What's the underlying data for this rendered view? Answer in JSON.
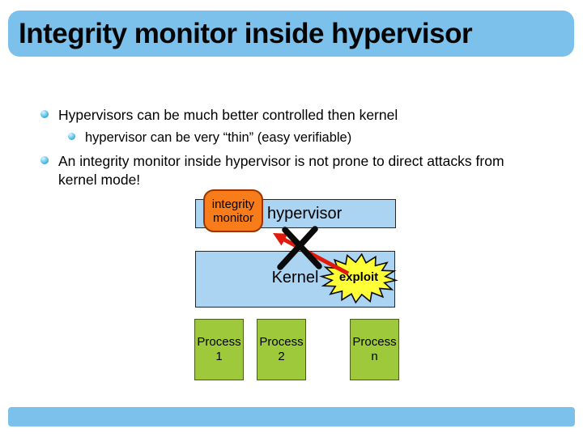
{
  "slide": {
    "title": "Integrity monitor inside hypervisor",
    "bullets": [
      {
        "level": 1,
        "text": "Hypervisors can be much better controlled then kernel"
      },
      {
        "level": 2,
        "text": "hypervisor can be very “thin” (easy verifiable)"
      },
      {
        "level": 1,
        "text": "An integrity monitor inside hypervisor is not prone to direct attacks from kernel mode!"
      }
    ],
    "diagram": {
      "integrity_monitor_label": "integrity monitor",
      "hypervisor_label": "hypervisor",
      "kernel_label": "Kernel",
      "exploit_label": "exploit",
      "processes": [
        "Process 1",
        "Process 2",
        "Process n"
      ]
    },
    "colors": {
      "accent_blue": "#7cc1ec",
      "box_blue": "#abd3f2",
      "monitor_orange": "#f87d1a",
      "monitor_border": "#993300",
      "exploit_yellow": "#ffff37",
      "process_green": "#9dc93a",
      "process_border": "#4a5e17",
      "arrow_red": "#e11a0c",
      "cross_black": "#0a0a0a"
    }
  }
}
